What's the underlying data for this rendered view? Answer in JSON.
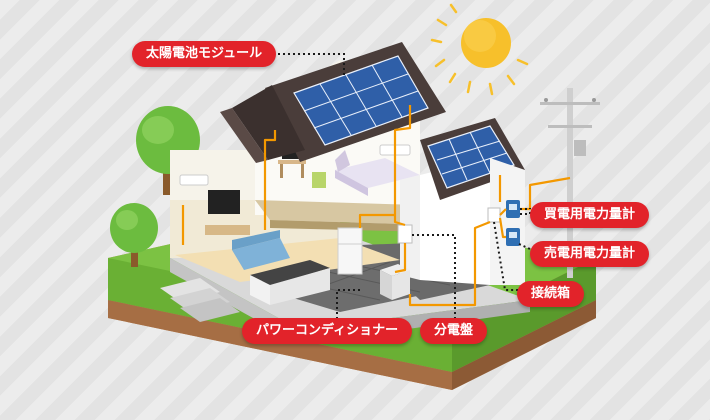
{
  "labels": {
    "solar_module": "太陽電池モジュール",
    "purchase_meter": "買電用電力量計",
    "sale_meter": "売電用電力量計",
    "junction_box": "接続箱",
    "power_conditioner": "パワーコンディショナー",
    "distribution_board": "分電盤"
  },
  "colors": {
    "label_red": "#e2232a",
    "wire_orange": "#f39800",
    "panel_blue": "#2f5fa8",
    "roof_dark": "#4a3d3a",
    "grass_green": "#7cc243",
    "soil_brown": "#c48a5b",
    "sun_yellow": "#f7c02b"
  },
  "icons": [
    "sun-icon",
    "tree-icon",
    "utility-pole-icon",
    "electric-meter-icon"
  ]
}
